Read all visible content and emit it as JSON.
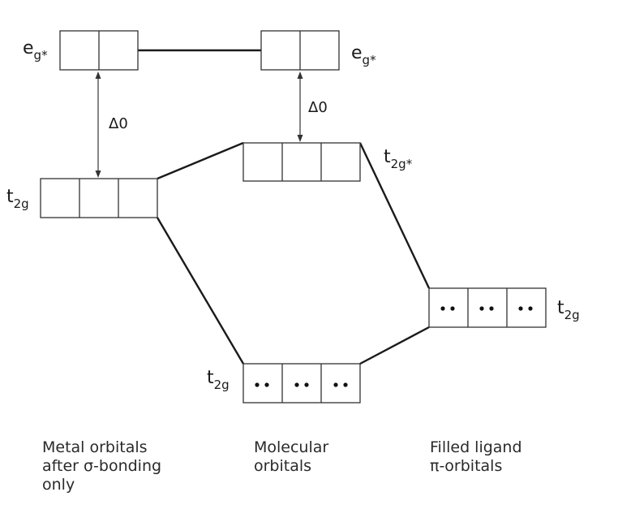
{
  "levels": {
    "metal_eg": {
      "symbol": "e",
      "subscript": "g*"
    },
    "mo_eg": {
      "symbol": "e",
      "subscript": "g*"
    },
    "metal_t2g": {
      "symbol": "t",
      "subscript": "2g"
    },
    "mo_t2g_star": {
      "symbol": "t",
      "subscript": "2g*"
    },
    "mo_t2g": {
      "symbol": "t",
      "subscript": "2g"
    },
    "ligand_t2g": {
      "symbol": "t",
      "subscript": "2g"
    }
  },
  "splitting": {
    "left": "Δ0",
    "right": "Δ0"
  },
  "electrons_per_orbital": {
    "metal_eg": 0,
    "mo_eg": 0,
    "metal_t2g": 0,
    "mo_t2g_star": 0,
    "mo_t2g": 2,
    "ligand_t2g": 2
  },
  "captions": {
    "metal": [
      "Metal orbitals",
      "after σ-bonding",
      "only"
    ],
    "molecular": [
      "Molecular",
      "orbitals"
    ],
    "ligand": [
      "Filled ligand",
      "π-orbitals"
    ]
  },
  "colors": {
    "line": "#1a1a1a",
    "box_border": "#333333",
    "electron": "#111111"
  }
}
